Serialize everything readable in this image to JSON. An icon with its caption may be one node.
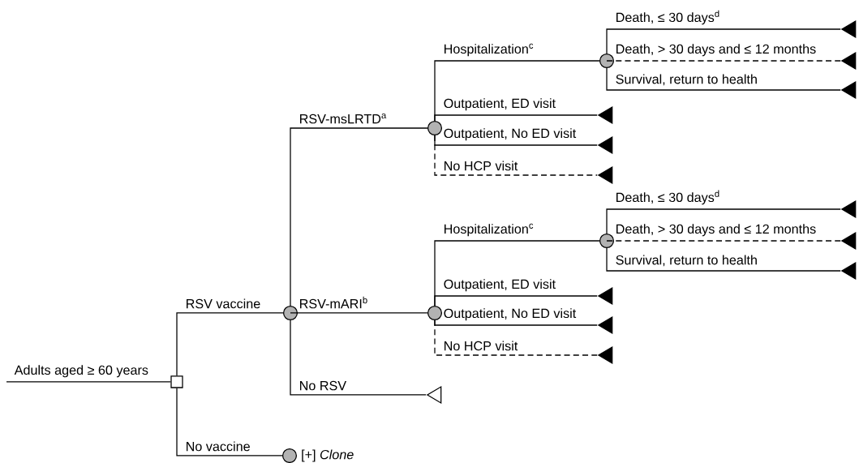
{
  "diagram": {
    "nodes": [
      {
        "text": [],
        "shape": "box"
      },
      {
        "text": [],
        "shape": "circle"
      },
      {
        "text": [],
        "shape": "circle"
      },
      {
        "text": [],
        "shape": "circle"
      },
      {
        "text": [],
        "shape": "triangle"
      },
      {
        "text": [],
        "shape": "triangle"
      },
      {
        "text": [],
        "shape": "triangle"
      },
      {
        "text": [],
        "shape": "triangle"
      },
      {
        "text": [],
        "shape": "triangle"
      },
      {
        "text": [],
        "shape": "triangle"
      },
      {
        "text": [],
        "shape": "circle"
      },
      {
        "text": [],
        "shape": "circle"
      },
      {
        "text": [],
        "shape": "triangle"
      },
      {
        "text": [],
        "shape": "triangle"
      },
      {
        "text": [],
        "shape": "triangle"
      },
      {
        "text": [],
        "shape": "triangle"
      },
      {
        "text": [],
        "shape": "triangle"
      },
      {
        "text": [],
        "shape": "triangle"
      },
      {
        "text": [],
        "shape": "triangle"
      },
      {
        "text": [],
        "shape": "circle",
        "beside": [
          "[+] *Clone*"
        ]
      }
    ],
    "edges": [
      {
        "from": null,
        "to": 0,
        "arrow": "none",
        "label": "Adults aged ≥ 60 years"
      },
      {
        "from": 0,
        "to": 1,
        "arrow": "none",
        "label": "RSV vaccine"
      },
      {
        "from": 0,
        "to": 19,
        "arrow": "none",
        "label": "No vaccine"
      },
      {
        "from": 1,
        "to": 2,
        "arrow": "none",
        "label": "RSV-msLRTD$^{a}$"
      },
      {
        "from": 1,
        "to": 10,
        "arrow": "none",
        "label": "RSV-mARI$^{b}$"
      },
      {
        "from": 1,
        "to": 18,
        "arrow": "none",
        "label": "No RSV"
      },
      {
        "from": 2,
        "to": 3,
        "arrow": "none",
        "label": "Hospitalization$^{c}$"
      },
      {
        "from": 2,
        "to": 7,
        "arrow": "none",
        "label": "Outpatient, ED visit"
      },
      {
        "from": 2,
        "to": 8,
        "arrow": "none",
        "label": "Outpatient, No ED visit"
      },
      {
        "from": 2,
        "to": 9,
        "arrow": "none",
        "label": "No HCP visit",
        "style": "dashed"
      },
      {
        "from": 3,
        "to": 4,
        "arrow": "none",
        "label": "Death, ≤ 30 days$^{d}$"
      },
      {
        "from": 3,
        "to": 5,
        "arrow": "none",
        "label": "Death, > 30 days and ≤ 12 months",
        "style": "dashed"
      },
      {
        "from": 3,
        "to": 6,
        "arrow": "none",
        "label": "Survival, return to health"
      },
      {
        "from": 10,
        "to": 11,
        "arrow": "none",
        "label": "Hospitalization$^{c}$"
      },
      {
        "from": 10,
        "to": 15,
        "arrow": "none",
        "label": "Outpatient, ED visit"
      },
      {
        "from": 10,
        "to": 16,
        "arrow": "none",
        "label": "Outpatient, No ED visit"
      },
      {
        "from": 10,
        "to": 17,
        "arrow": "none",
        "label": "No HCP visit",
        "style": "dashed"
      },
      {
        "from": 11,
        "to": 12,
        "arrow": "none",
        "label": "Death, ≤ 30 days$^{d}$"
      },
      {
        "from": 11,
        "to": 13,
        "arrow": "none",
        "label": "Death, > 30 days and ≤ 12 months",
        "style": "dashed"
      },
      {
        "from": 11,
        "to": 14,
        "arrow": "none",
        "label": "Survival, return to health"
      }
    ]
  }
}
